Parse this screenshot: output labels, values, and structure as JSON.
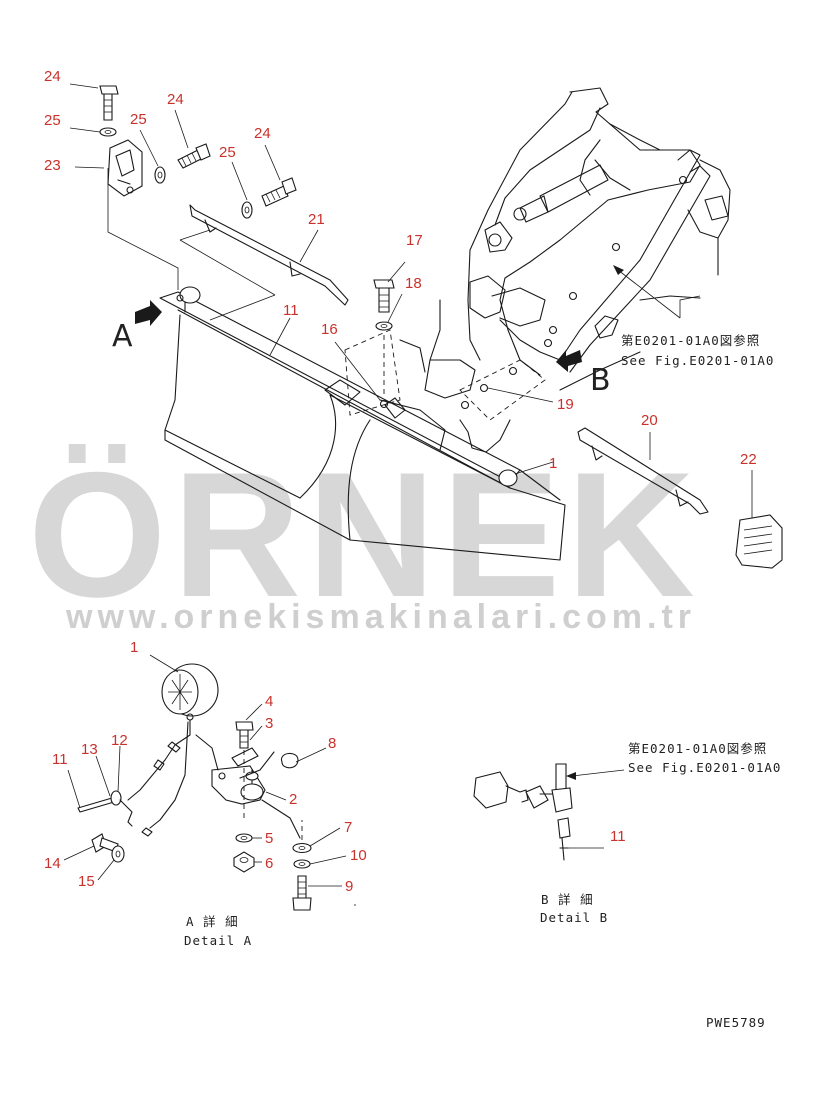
{
  "watermark": {
    "brand": "ÖRNEK",
    "url": "www.ornekismakinalari.com.tr",
    "accent_color": "#e8d37a",
    "text_color": "#d7d7d7"
  },
  "view_labels": {
    "a": "A",
    "b": "B"
  },
  "references": {
    "top_jp": "第E0201-01A0図参照",
    "top_en": "See Fig.E0201-01A0",
    "detail_b_jp": "第E0201-01A0図参照",
    "detail_b_en": "See Fig.E0201-01A0"
  },
  "details": {
    "a_jp": "A 詳 細",
    "a_en": "Detail A",
    "b_jp": "B 詳 細",
    "b_en": "Detail B"
  },
  "figure_code": "PWE5789",
  "callouts": {
    "c24a": "24",
    "c25a": "25",
    "c23": "23",
    "c24b": "24",
    "c25b": "25",
    "c24c": "24",
    "c25c": "25",
    "c21": "21",
    "c11a": "11",
    "c17": "17",
    "c18": "18",
    "c16": "16",
    "c19": "19",
    "c1a": "1",
    "c20": "20",
    "c22": "22",
    "d1": "1",
    "d4": "4",
    "d3": "3",
    "d8": "8",
    "d2": "2",
    "d13": "13",
    "d12": "12",
    "d11": "11",
    "d5": "5",
    "d6": "6",
    "d7": "7",
    "d10": "10",
    "d9": "9",
    "d14": "14",
    "d15": "15",
    "b11": "11"
  },
  "colors": {
    "callout": "#c8322d",
    "line": "#1a1a1a"
  }
}
